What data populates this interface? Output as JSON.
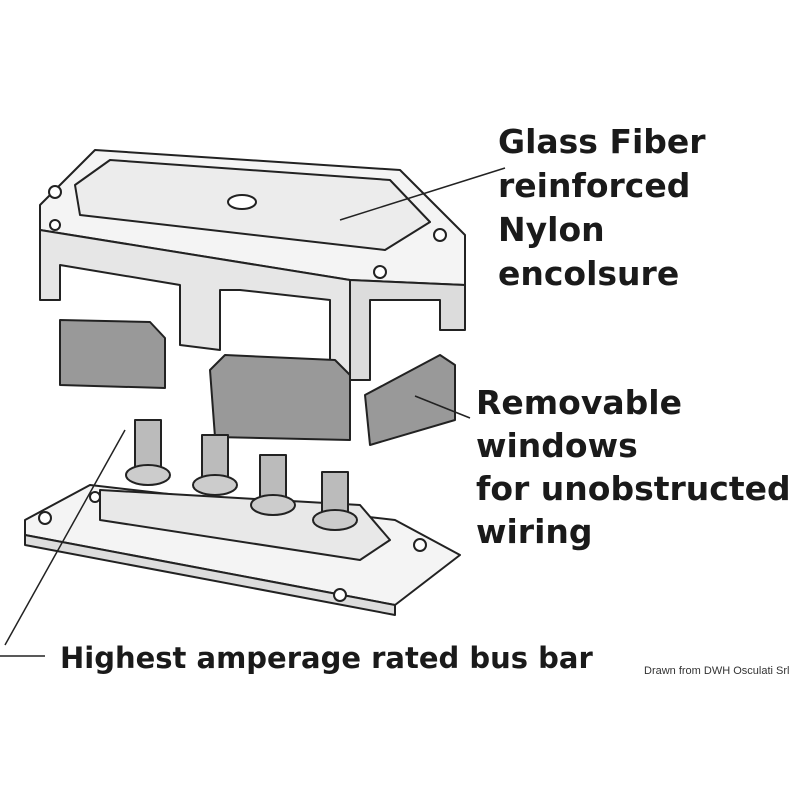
{
  "labels": {
    "enclosure": [
      "Glass Fiber",
      "reinforced",
      "Nylon",
      "encolsure"
    ],
    "windows": [
      "Removable",
      "windows",
      "for unobstructed",
      "wiring"
    ],
    "busbar": "Highest amperage rated bus bar"
  },
  "credit": "Drawn from DWH Osculati Srl"
}
